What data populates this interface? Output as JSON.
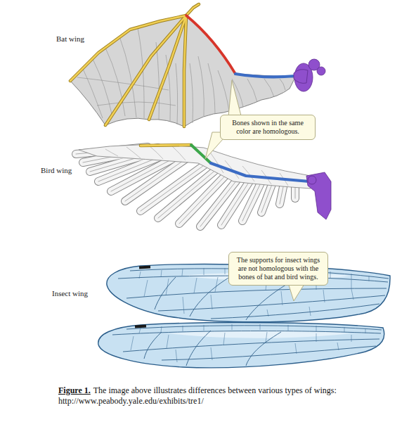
{
  "diagram": {
    "caption": "The image above illustrates differences between various types of wings: http://www.peabody.yale.edu/exhibits/tre1/",
    "nodes": [
      {
        "text": [
          "Bones shown in the same color are homologous."
        ]
      },
      {
        "text": [
          "The supports for insect wings are not homologous with the bones of bat and bird wings."
        ]
      }
    ],
    "labels": [
      "Bat wing",
      "Bird wing",
      "Insect wing",
      "Figure 1."
    ]
  }
}
